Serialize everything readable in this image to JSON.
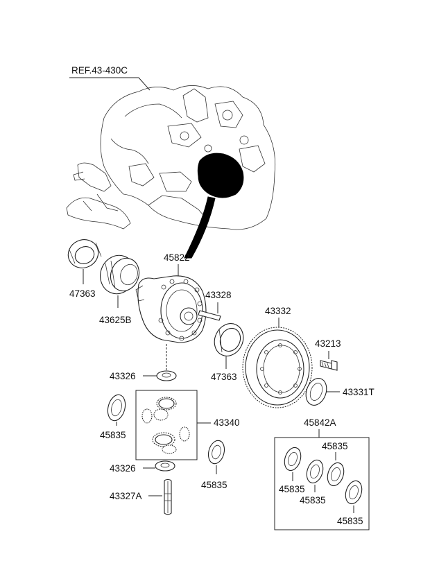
{
  "reference_label": "REF.43-430C",
  "parts": {
    "p45822": "45822",
    "p47363_a": "47363",
    "p43625B": "43625B",
    "p43328": "43328",
    "p43332": "43332",
    "p43213": "43213",
    "p47363_b": "47363",
    "p43326_a": "43326",
    "p43331T": "43331T",
    "p45835_a": "45835",
    "p43340": "43340",
    "p45842A": "45842A",
    "p43326_b": "43326",
    "p45835_b": "45835",
    "p43327A": "43327A",
    "kit_45835_1": "45835",
    "kit_45835_2": "45835",
    "kit_45835_3": "45835",
    "kit_45835_4": "45835"
  },
  "icons": [
    "transmission-housing-icon",
    "bearing-icon",
    "differential-case-icon",
    "ring-gear-icon",
    "washer-icon",
    "pinion-gear-icon",
    "shaft-icon",
    "bolt-icon"
  ],
  "colors": {
    "line": "#222222",
    "background": "#ffffff"
  }
}
